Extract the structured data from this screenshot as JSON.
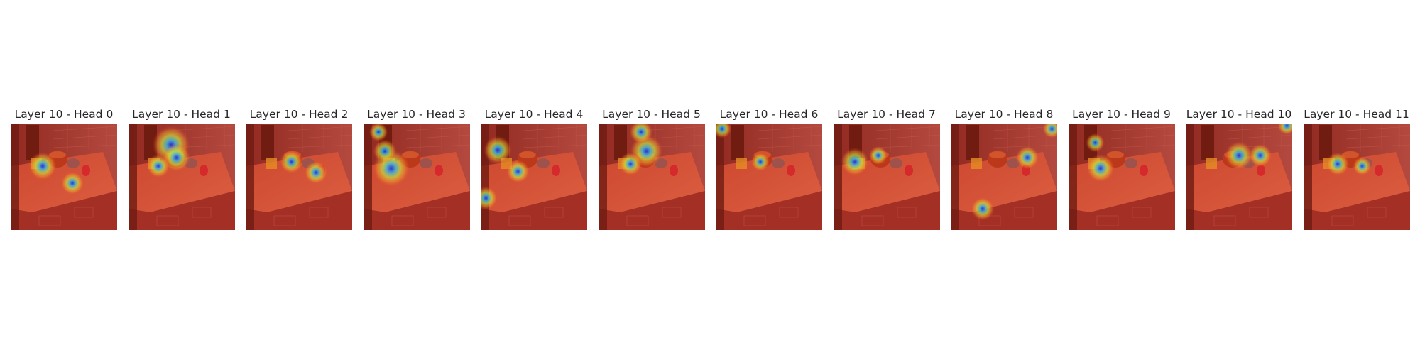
{
  "panels": [
    {
      "title": "Layer 10 - Head 0",
      "hot": [
        [
          0.58,
          0.56,
          0.05
        ],
        [
          0.3,
          0.4,
          0.06
        ]
      ]
    },
    {
      "title": "Layer 10 - Head 1",
      "hot": [
        [
          0.4,
          0.2,
          0.08
        ],
        [
          0.45,
          0.32,
          0.06
        ],
        [
          0.28,
          0.4,
          0.05
        ]
      ]
    },
    {
      "title": "Layer 10 - Head 2",
      "hot": [
        [
          0.66,
          0.46,
          0.05
        ],
        [
          0.43,
          0.36,
          0.05
        ]
      ]
    },
    {
      "title": "Layer 10 - Head 3",
      "hot": [
        [
          0.26,
          0.42,
          0.08
        ],
        [
          0.2,
          0.26,
          0.05
        ],
        [
          0.14,
          0.08,
          0.04
        ]
      ]
    },
    {
      "title": "Layer 10 - Head 4",
      "hot": [
        [
          0.16,
          0.25,
          0.06
        ],
        [
          0.35,
          0.45,
          0.05
        ],
        [
          0.05,
          0.7,
          0.05
        ]
      ]
    },
    {
      "title": "Layer 10 - Head 5",
      "hot": [
        [
          0.45,
          0.26,
          0.07
        ],
        [
          0.3,
          0.38,
          0.05
        ],
        [
          0.4,
          0.08,
          0.05
        ]
      ]
    },
    {
      "title": "Layer 10 - Head 6",
      "hot": [
        [
          0.06,
          0.05,
          0.04
        ],
        [
          0.42,
          0.36,
          0.04
        ]
      ]
    },
    {
      "title": "Layer 10 - Head 7",
      "hot": [
        [
          0.2,
          0.36,
          0.06
        ],
        [
          0.42,
          0.3,
          0.04
        ]
      ]
    },
    {
      "title": "Layer 10 - Head 8",
      "hot": [
        [
          0.3,
          0.8,
          0.05
        ],
        [
          0.72,
          0.32,
          0.05
        ],
        [
          0.95,
          0.05,
          0.04
        ]
      ]
    },
    {
      "title": "Layer 10 - Head 9",
      "hot": [
        [
          0.3,
          0.42,
          0.06
        ],
        [
          0.25,
          0.18,
          0.04
        ]
      ]
    },
    {
      "title": "Layer 10 - Head 10",
      "hot": [
        [
          0.5,
          0.3,
          0.06
        ],
        [
          0.7,
          0.3,
          0.05
        ],
        [
          0.95,
          0.02,
          0.04
        ]
      ]
    },
    {
      "title": "Layer 10 - Head 11",
      "hot": [
        [
          0.32,
          0.38,
          0.05
        ],
        [
          0.55,
          0.4,
          0.04
        ]
      ]
    }
  ]
}
